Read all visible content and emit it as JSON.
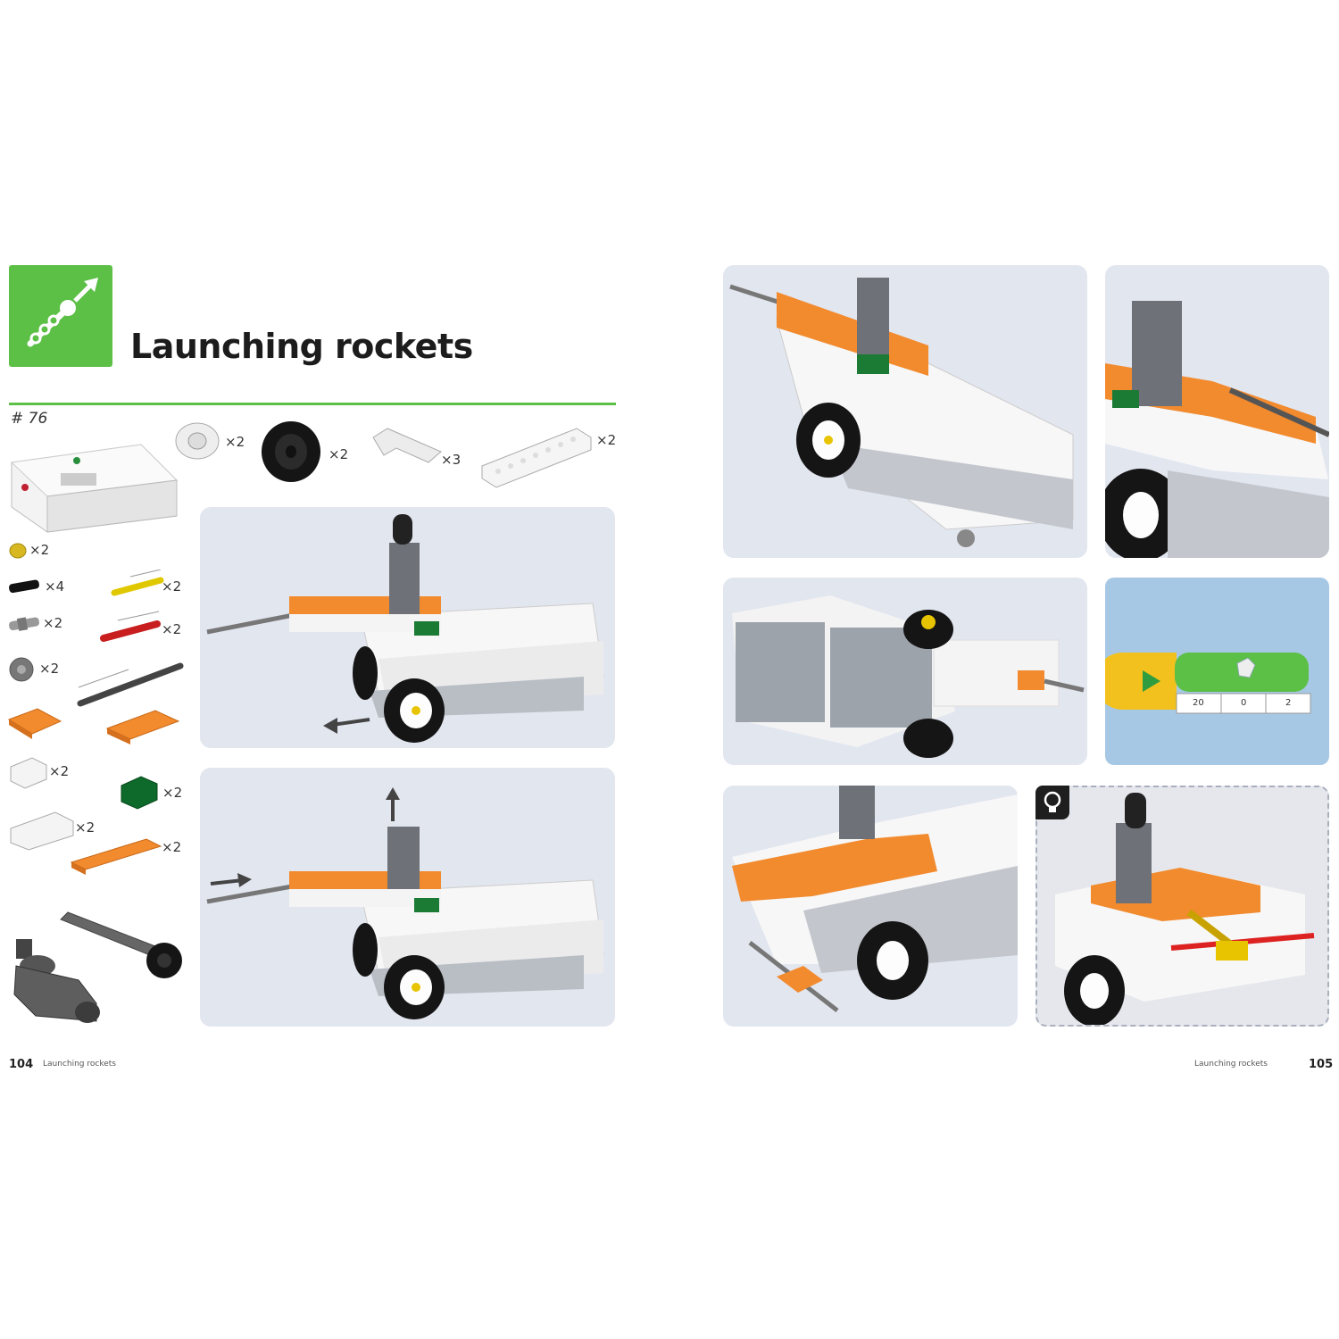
{
  "header": {
    "title": "Launching rockets",
    "part_number": "# 76"
  },
  "parts": {
    "bushing_qty": "×2",
    "tire_qty": "×2",
    "l_beam_qty": "×3",
    "long_beam_qty": "×2",
    "yellow_peg_qty": "×2",
    "black_peg_qty": "×4",
    "connector_qty": "×2",
    "gear_qty": "×2",
    "yellow_axle_qty": "×2",
    "red_axle_qty": "×2",
    "white_brick_qty": "×2",
    "green_brick_qty": "×2",
    "white_brick_long_qty": "×2",
    "orange_plate_qty": "×2"
  },
  "code_block": {
    "inputs": [
      "20",
      "0",
      "2"
    ]
  },
  "footer": {
    "left_page": "104",
    "left_label": "Launching rockets",
    "right_label": "Launching rockets",
    "right_page": "105"
  },
  "colors": {
    "accent_green": "#5cbf46",
    "orange": "#f28a2e",
    "code_blue": "#a7c8e4"
  },
  "icons": {
    "activity_icon": "rocket-launch-icon",
    "tip_icon": "lightbulb-icon",
    "play_icon": "play-icon"
  }
}
